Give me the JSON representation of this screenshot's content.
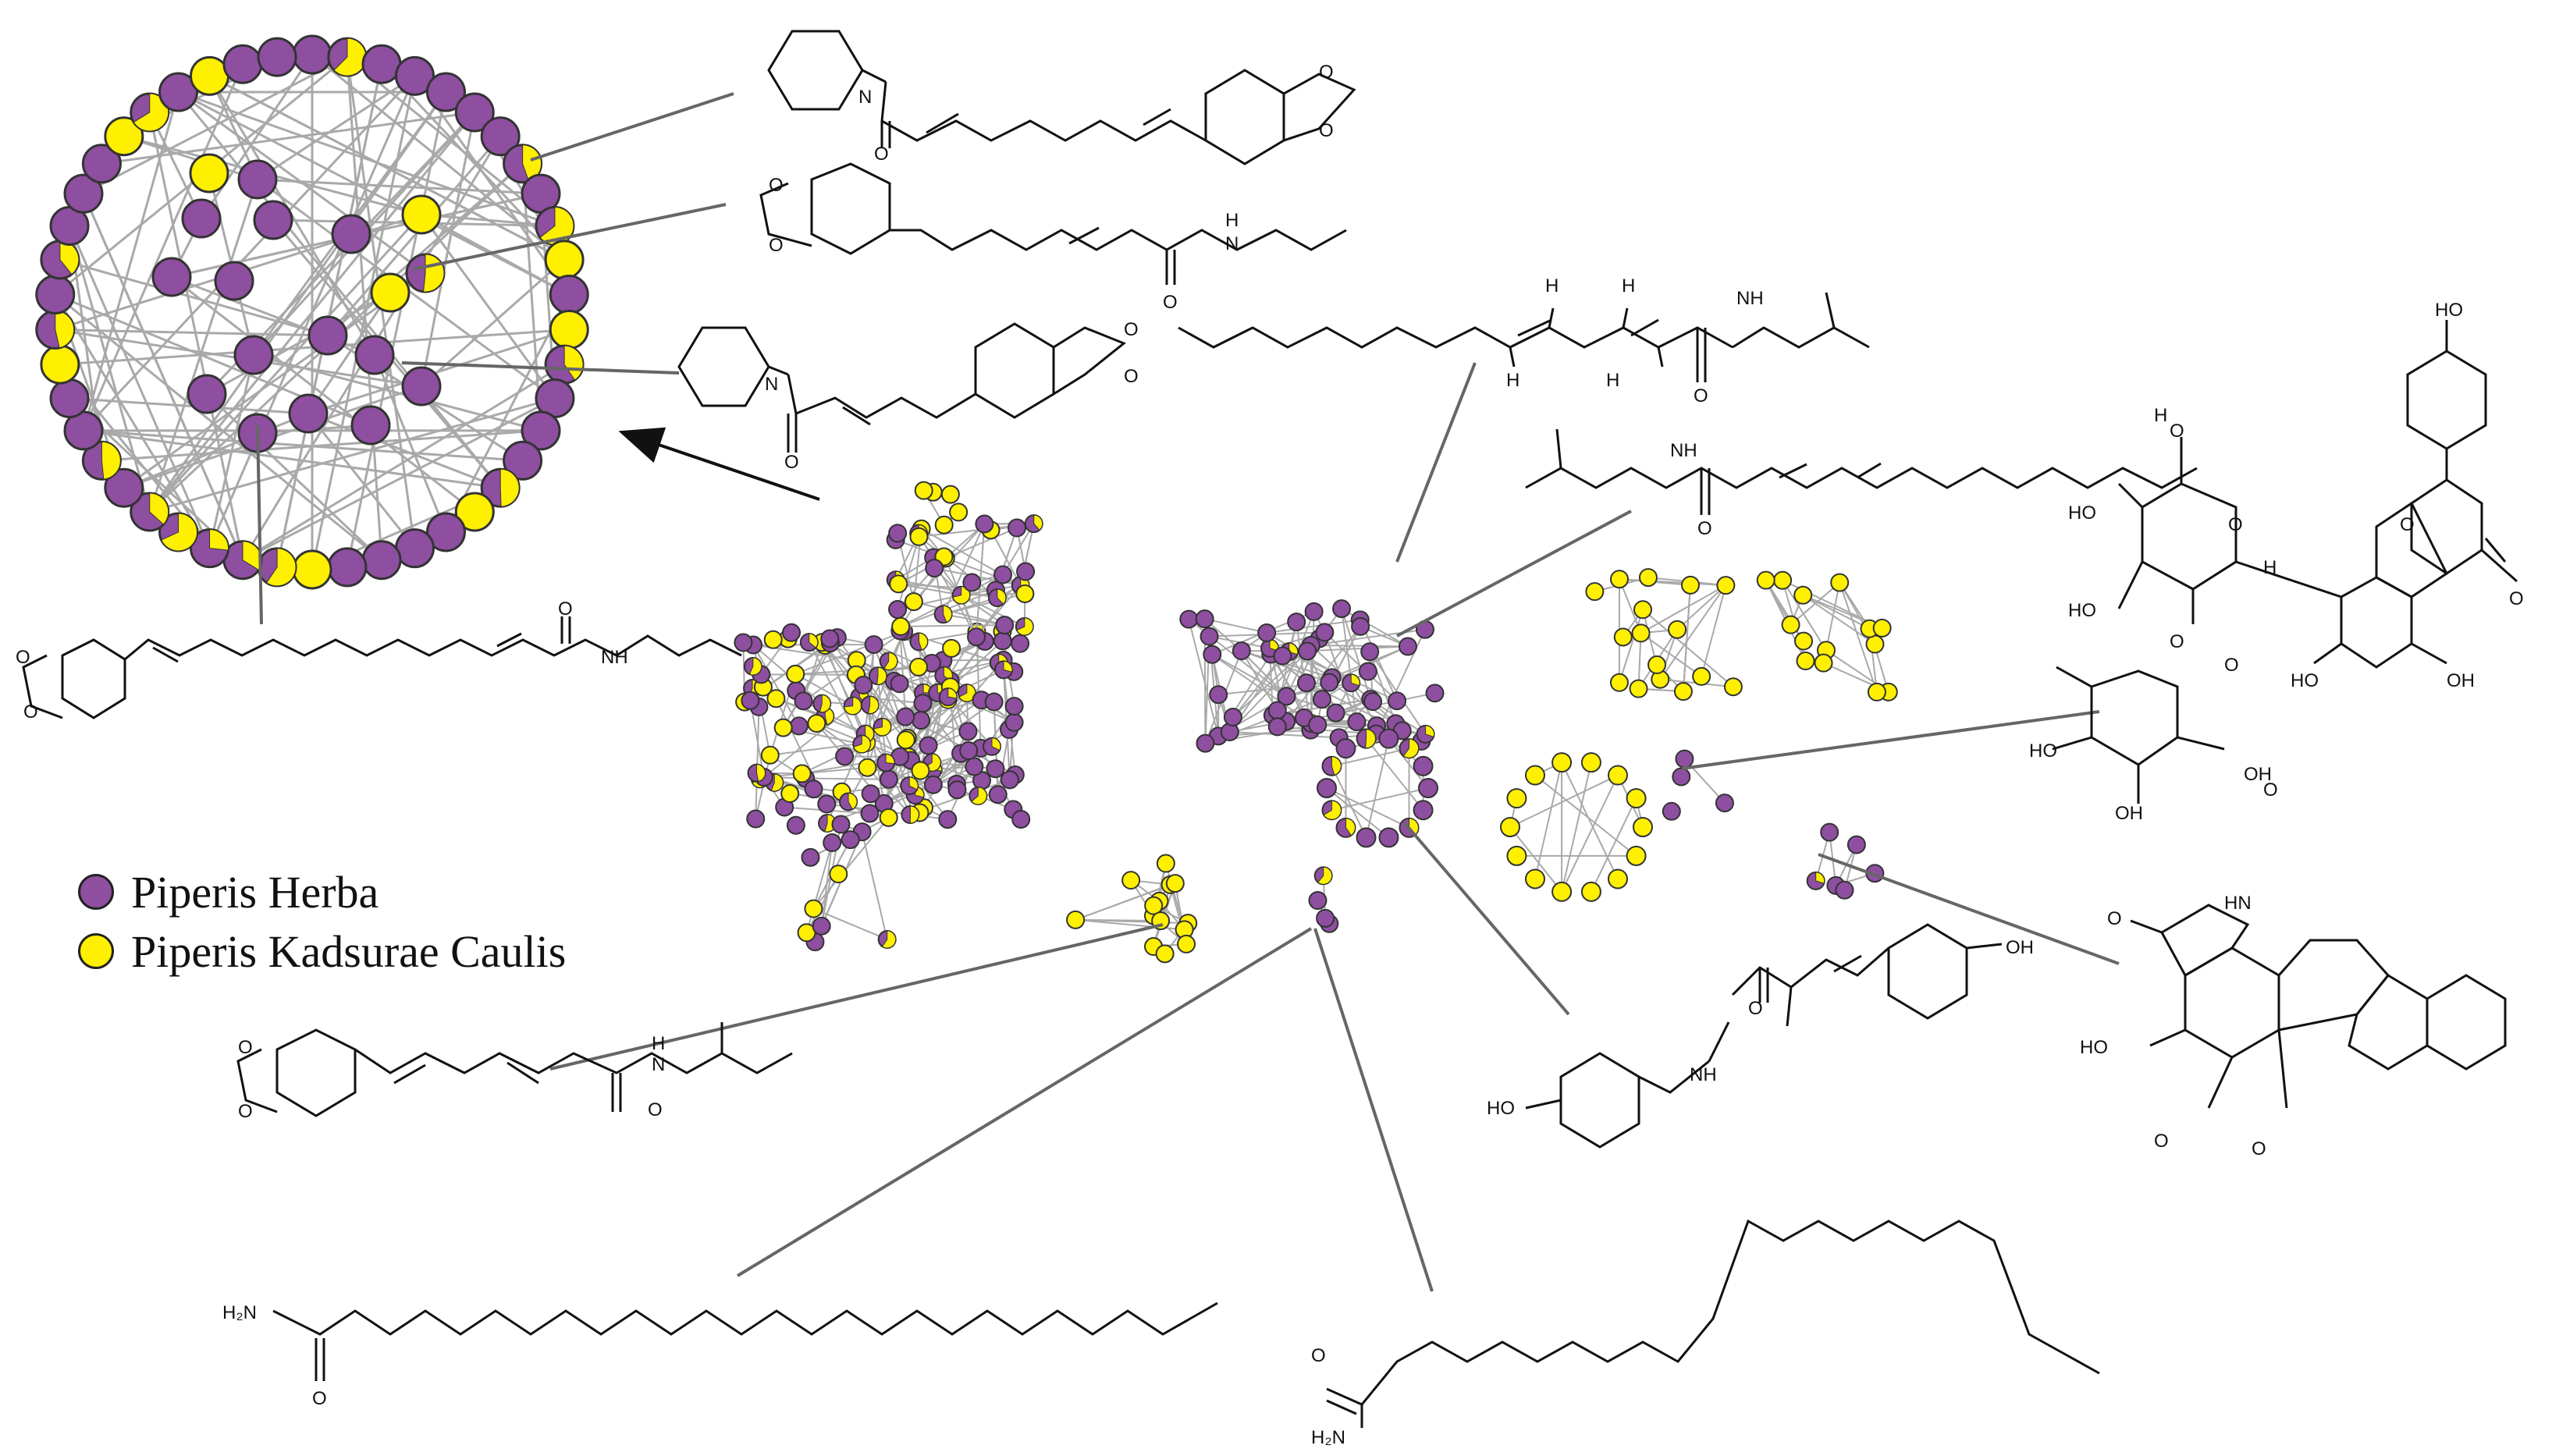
{
  "colors": {
    "piperis_herba": "#8E4FA0",
    "piperis_kadsurae_caulis": "#FFF000",
    "node_border": "#333333",
    "edge": "#a9a9a9",
    "callout": "#666666"
  },
  "legend": {
    "items": [
      {
        "label": "Piperis Herba",
        "color": "#8E4FA0"
      },
      {
        "label": "Piperis Kadsurae Caulis",
        "color": "#FFF000"
      }
    ]
  },
  "atoms": {
    "N": "N",
    "O": "O",
    "NH": "NH",
    "HN": "HN",
    "H": "H",
    "HO": "HO",
    "OH": "OH",
    "H2N": "H₂N"
  }
}
